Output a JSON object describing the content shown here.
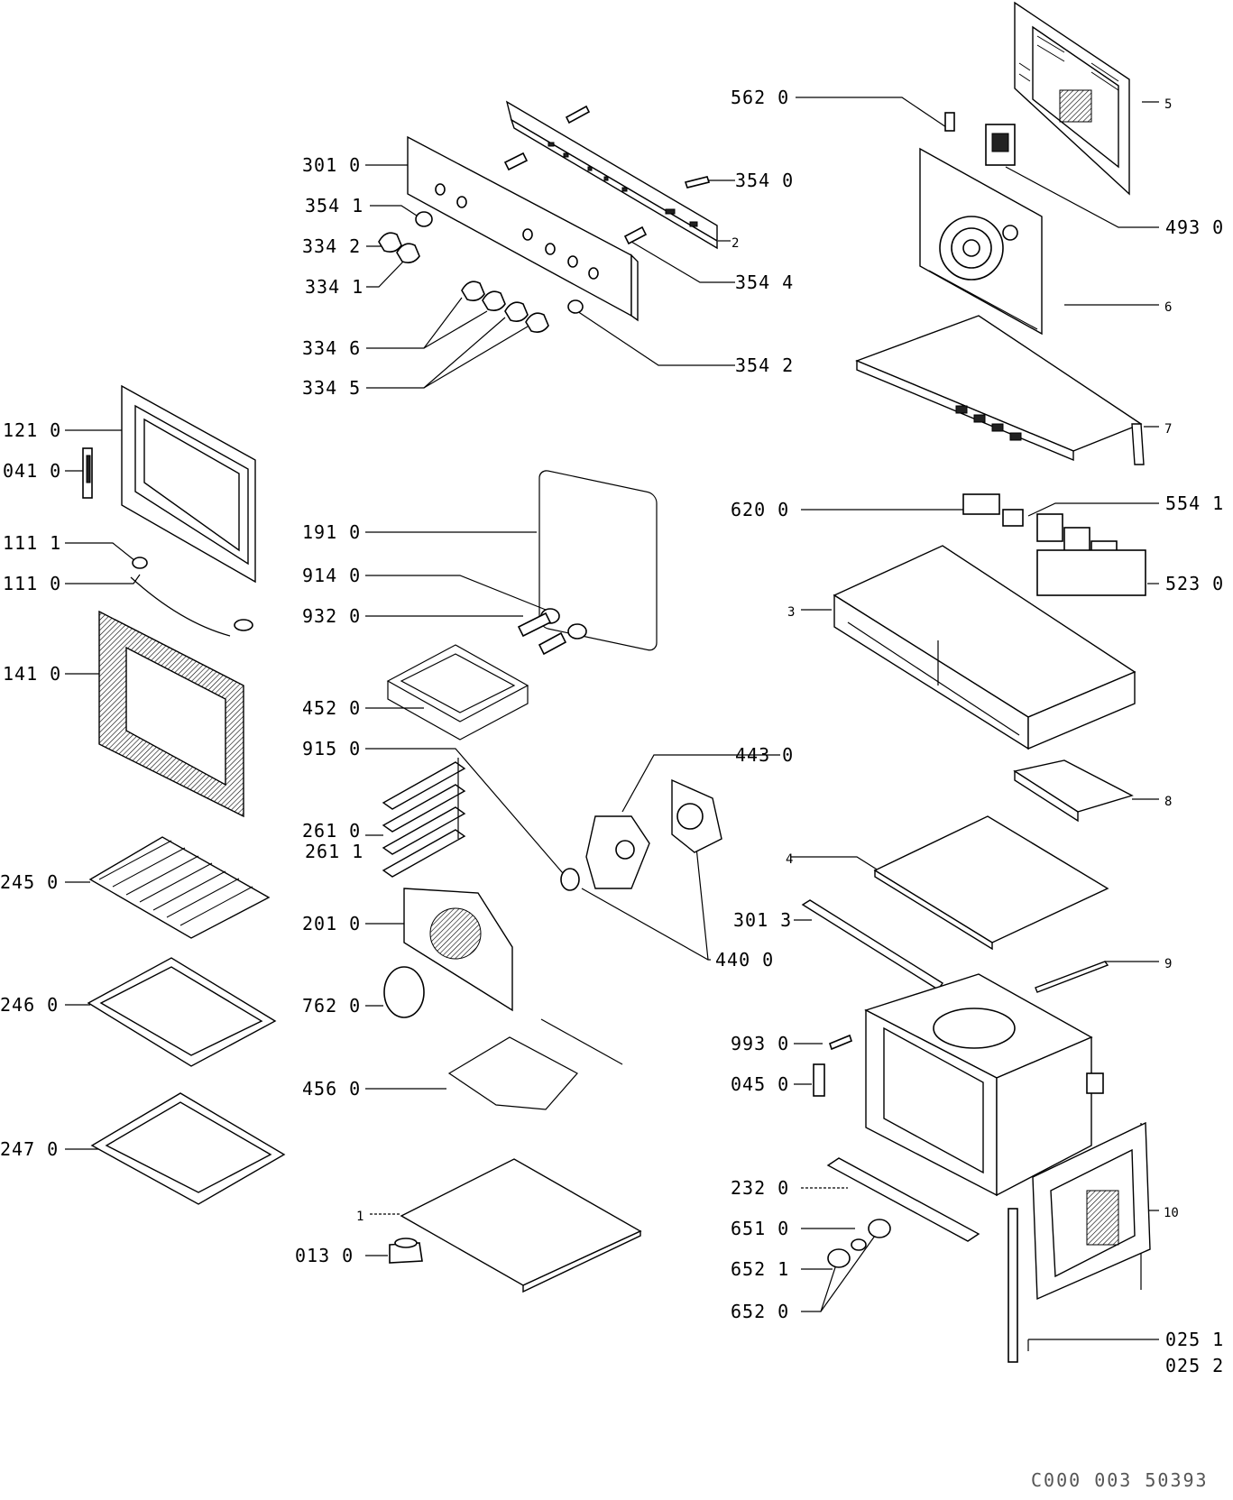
{
  "labels": [
    {
      "id": "562-0",
      "text": "562 0"
    },
    {
      "id": "301-0",
      "text": "301 0"
    },
    {
      "id": "354-0",
      "text": "354 0"
    },
    {
      "id": "354-1",
      "text": "354 1"
    },
    {
      "id": "334-2",
      "text": "334 2"
    },
    {
      "id": "2",
      "text": "2"
    },
    {
      "id": "334-1",
      "text": "334 1"
    },
    {
      "id": "354-4",
      "text": "354 4"
    },
    {
      "id": "334-6",
      "text": "334 6"
    },
    {
      "id": "354-2",
      "text": "354 2"
    },
    {
      "id": "334-5",
      "text": "334 5"
    },
    {
      "id": "5",
      "text": "5"
    },
    {
      "id": "493-0",
      "text": "493 0"
    },
    {
      "id": "6",
      "text": "6"
    },
    {
      "id": "7",
      "text": "7"
    },
    {
      "id": "121-0",
      "text": "121 0"
    },
    {
      "id": "041-0",
      "text": "041 0"
    },
    {
      "id": "191-0",
      "text": "191 0"
    },
    {
      "id": "620-0",
      "text": "620 0"
    },
    {
      "id": "554-1",
      "text": "554 1"
    },
    {
      "id": "111-1",
      "text": "111 1"
    },
    {
      "id": "111-0",
      "text": "111 0"
    },
    {
      "id": "914-0",
      "text": "914 0"
    },
    {
      "id": "523-0",
      "text": "523 0"
    },
    {
      "id": "932-0",
      "text": "932 0"
    },
    {
      "id": "3",
      "text": "3"
    },
    {
      "id": "141-0",
      "text": "141 0"
    },
    {
      "id": "452-0",
      "text": "452 0"
    },
    {
      "id": "915-0",
      "text": "915 0"
    },
    {
      "id": "443-0",
      "text": "443 0"
    },
    {
      "id": "8",
      "text": "8"
    },
    {
      "id": "261-0",
      "text": "261 0"
    },
    {
      "id": "261-1",
      "text": "261 1"
    },
    {
      "id": "4",
      "text": "4"
    },
    {
      "id": "245-0",
      "text": "245 0"
    },
    {
      "id": "201-0",
      "text": "201 0"
    },
    {
      "id": "301-3",
      "text": "301 3"
    },
    {
      "id": "440-0",
      "text": "440 0"
    },
    {
      "id": "9",
      "text": "9"
    },
    {
      "id": "246-0",
      "text": "246 0"
    },
    {
      "id": "762-0",
      "text": "762 0"
    },
    {
      "id": "993-0",
      "text": "993 0"
    },
    {
      "id": "456-0",
      "text": "456 0"
    },
    {
      "id": "045-0",
      "text": "045 0"
    },
    {
      "id": "247-0",
      "text": "247 0"
    },
    {
      "id": "232-0",
      "text": "232 0"
    },
    {
      "id": "10",
      "text": "10"
    },
    {
      "id": "1",
      "text": "1"
    },
    {
      "id": "651-0",
      "text": "651 0"
    },
    {
      "id": "013-0",
      "text": "013 0"
    },
    {
      "id": "652-1",
      "text": "652 1"
    },
    {
      "id": "652-0",
      "text": "652 0"
    },
    {
      "id": "025-1",
      "text": "025 1"
    },
    {
      "id": "025-2",
      "text": "025 2"
    }
  ],
  "footer_code": "C000 003 50393"
}
